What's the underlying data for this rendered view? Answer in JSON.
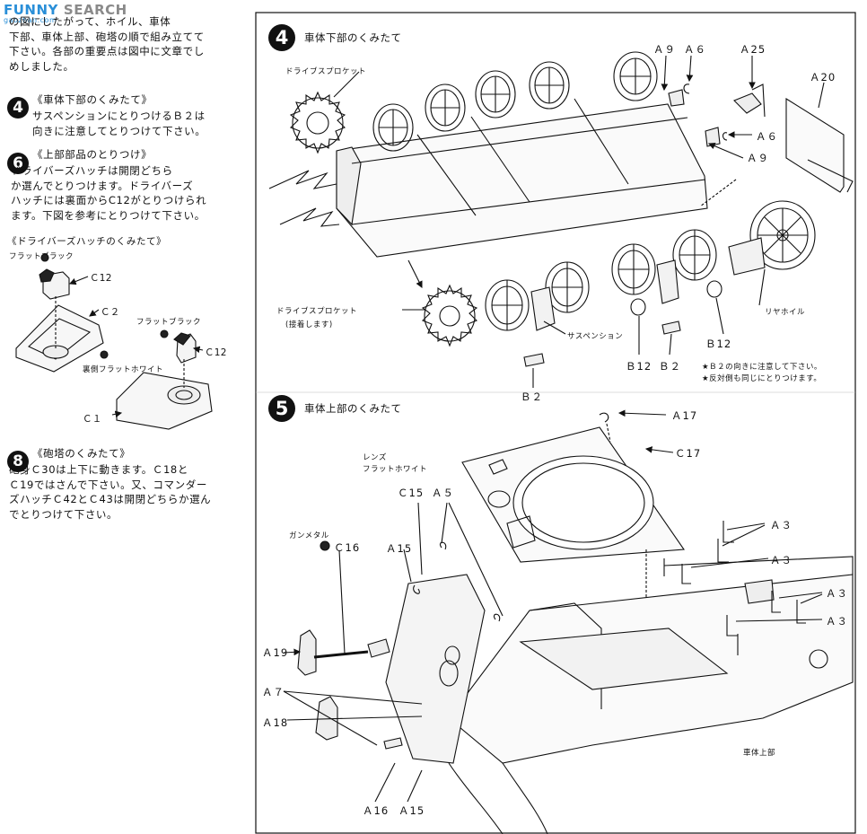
{
  "watermark": {
    "brand": "FUNNY",
    "search": "SEARCH",
    "sub": "gaozhan.com"
  },
  "intro": "の図にしたがって、ホイル、車体\n下部、車体上部、砲塔の順で組み立てて\n下さい。各部の重要点は図中に文章でし\nめしました。",
  "notes": [
    {
      "num": "4",
      "title": "《車体下部のくみたて》",
      "body": "サスペンションにとりつけるＢ２は\n向きに注意してとりつけて下さい。"
    },
    {
      "num": "6",
      "title": "《上部部品のとりつけ》",
      "body": "ドライバーズハッチは開閉どちら\nか選んでとりつけます。ドライバーズ\nハッチには裏面からC12がとりつけられ\nます。下図を参考にとりつけて下さい。"
    },
    {
      "num": "8",
      "title": "《砲塔のくみたて》",
      "body": "砲身Ｃ30は上下に動きます。Ｃ18と\nＣ19ではさんで下さい。又、コマンダー\nズハッチＣ42とＣ43は開閉どちらか選ん\nでとりつけて下さい。"
    }
  ],
  "hatch": {
    "title": "《ドライバーズハッチのくみたて》",
    "flat_black_1": "フラットブラック",
    "c12a": "Ｃ12",
    "c2": "Ｃ２",
    "flat_black_2": "フラットブラック",
    "c12b": "Ｃ12",
    "back_white": "裏側フラットホワイト",
    "c1": "Ｃ１"
  },
  "step4": {
    "num": "4",
    "title": "車体下部のくみたて",
    "sprocket_top": "ドライブスプロケット",
    "sprocket_bottom": "ドライブスプロケット",
    "sprocket_bottom_note": "(接着します)",
    "suspension": "サスペンション",
    "rear_wheel": "リヤホイル",
    "a9_top": "Ａ９",
    "a6_top": "Ａ６",
    "a25": "Ａ25",
    "a20": "Ａ20",
    "a6_mid": "Ａ６",
    "a9_mid": "Ａ９",
    "b12_right": "Ｂ12",
    "b12_mid": "Ｂ12",
    "b2_mid": "Ｂ２",
    "b2_left": "Ｂ２",
    "note1": "★Ｂ２の向きに注意して下さい。",
    "note2": "★反対側も同じにとりつけます。"
  },
  "step5": {
    "num": "5",
    "title": "車体上部のくみたて",
    "a17": "Ａ17",
    "c17": "Ｃ17",
    "lens": "レンズ",
    "lens_color": "フラットホワイト",
    "c15": "Ｃ15",
    "a5": "Ａ５",
    "gunmetal": "ガンメタル",
    "c16": "Ｃ16",
    "a15_top": "Ａ15",
    "a3_1": "Ａ３",
    "a3_2": "Ａ３",
    "a3_3": "Ａ３",
    "a3_4": "Ａ３",
    "a19": "Ａ19",
    "a7": "Ａ７",
    "a18": "Ａ18",
    "a16": "Ａ16",
    "a15_bottom": "Ａ15",
    "upper_hull": "車体上部"
  }
}
